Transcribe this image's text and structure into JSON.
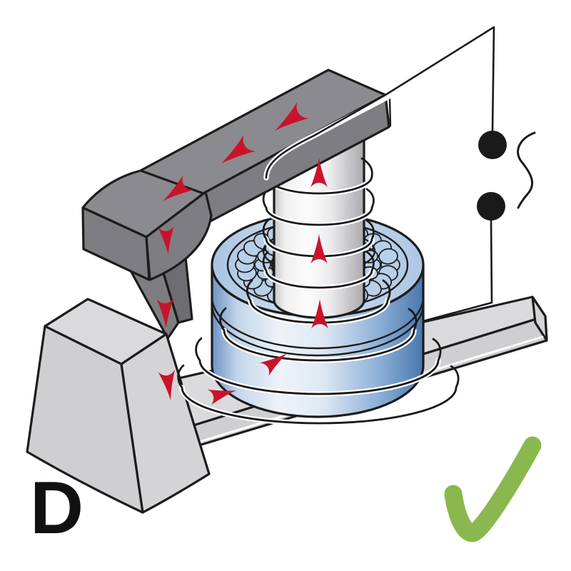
{
  "page": {
    "background": "#ffffff"
  },
  "diagram": {
    "option_label": "D",
    "verdict_icon": "green-checkmark-icon",
    "flux_arrow_count": 11,
    "coil_turn_count": 8,
    "terminal_count": 2,
    "components": [
      "induction-heater-yoke",
      "top-beam",
      "corner-block",
      "vertical-column",
      "base-block",
      "support-beam",
      "vertical-core-post",
      "induction-coil",
      "roller-bearing",
      "power-terminals",
      "ac-waveform-symbol",
      "magnetic-flux-arrows"
    ],
    "colors": {
      "yokeTop": "#8b8b8f",
      "yokeFront": "#7e7e82",
      "yokeSide": "#6e6e72",
      "baseTop": "#dadadc",
      "baseFront": "#cfcfd2",
      "baseSide": "#d4d4d6",
      "outline": "#1c1c1c",
      "arrowRed": "#c9132a",
      "checkGreen": "#8ab84f",
      "wireBlack": "#1a1a1a",
      "ringLight": "#c5d7eb",
      "ringMedium": "#86abd4",
      "ringDark": "#4f7cb2",
      "rollerLight": "#b8cfe8",
      "guideRing": "#a6c1e0",
      "innerRing": "#8fb2d8",
      "boreBlue": "#9db8d8",
      "labelBlack": "#111111"
    }
  }
}
